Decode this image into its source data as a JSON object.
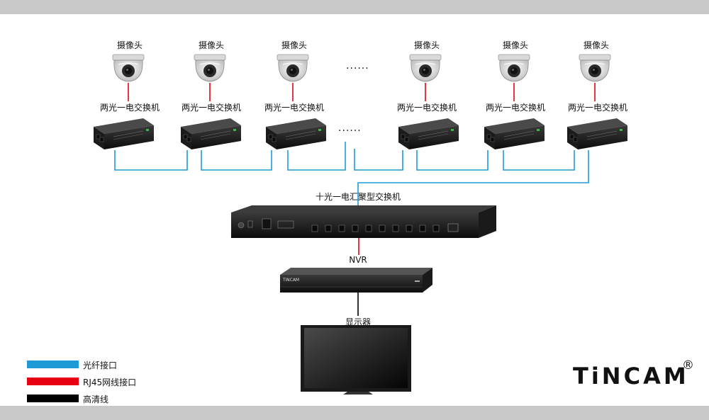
{
  "camera_label": "摄像头",
  "switch_label": "两光一电交换机",
  "ellipsis": "......",
  "device_badge": "TiNCAM",
  "aggregation_switch_label": "十光一电汇聚型交换机",
  "nvr_label": "NVR",
  "monitor_label": "显示器",
  "legend": [
    {
      "label": "光纤接口",
      "color": "#1e9ad6"
    },
    {
      "label": "RJ45网线接口",
      "color": "#e60012"
    },
    {
      "label": "高清线",
      "color": "#000000"
    }
  ],
  "brand": {
    "name": "TiNCAM",
    "mark": "®"
  },
  "colors": {
    "fiber": "#1e9ad6",
    "rj45": "#e60012",
    "hdmi": "#000000",
    "band": "#c8c8c8"
  }
}
